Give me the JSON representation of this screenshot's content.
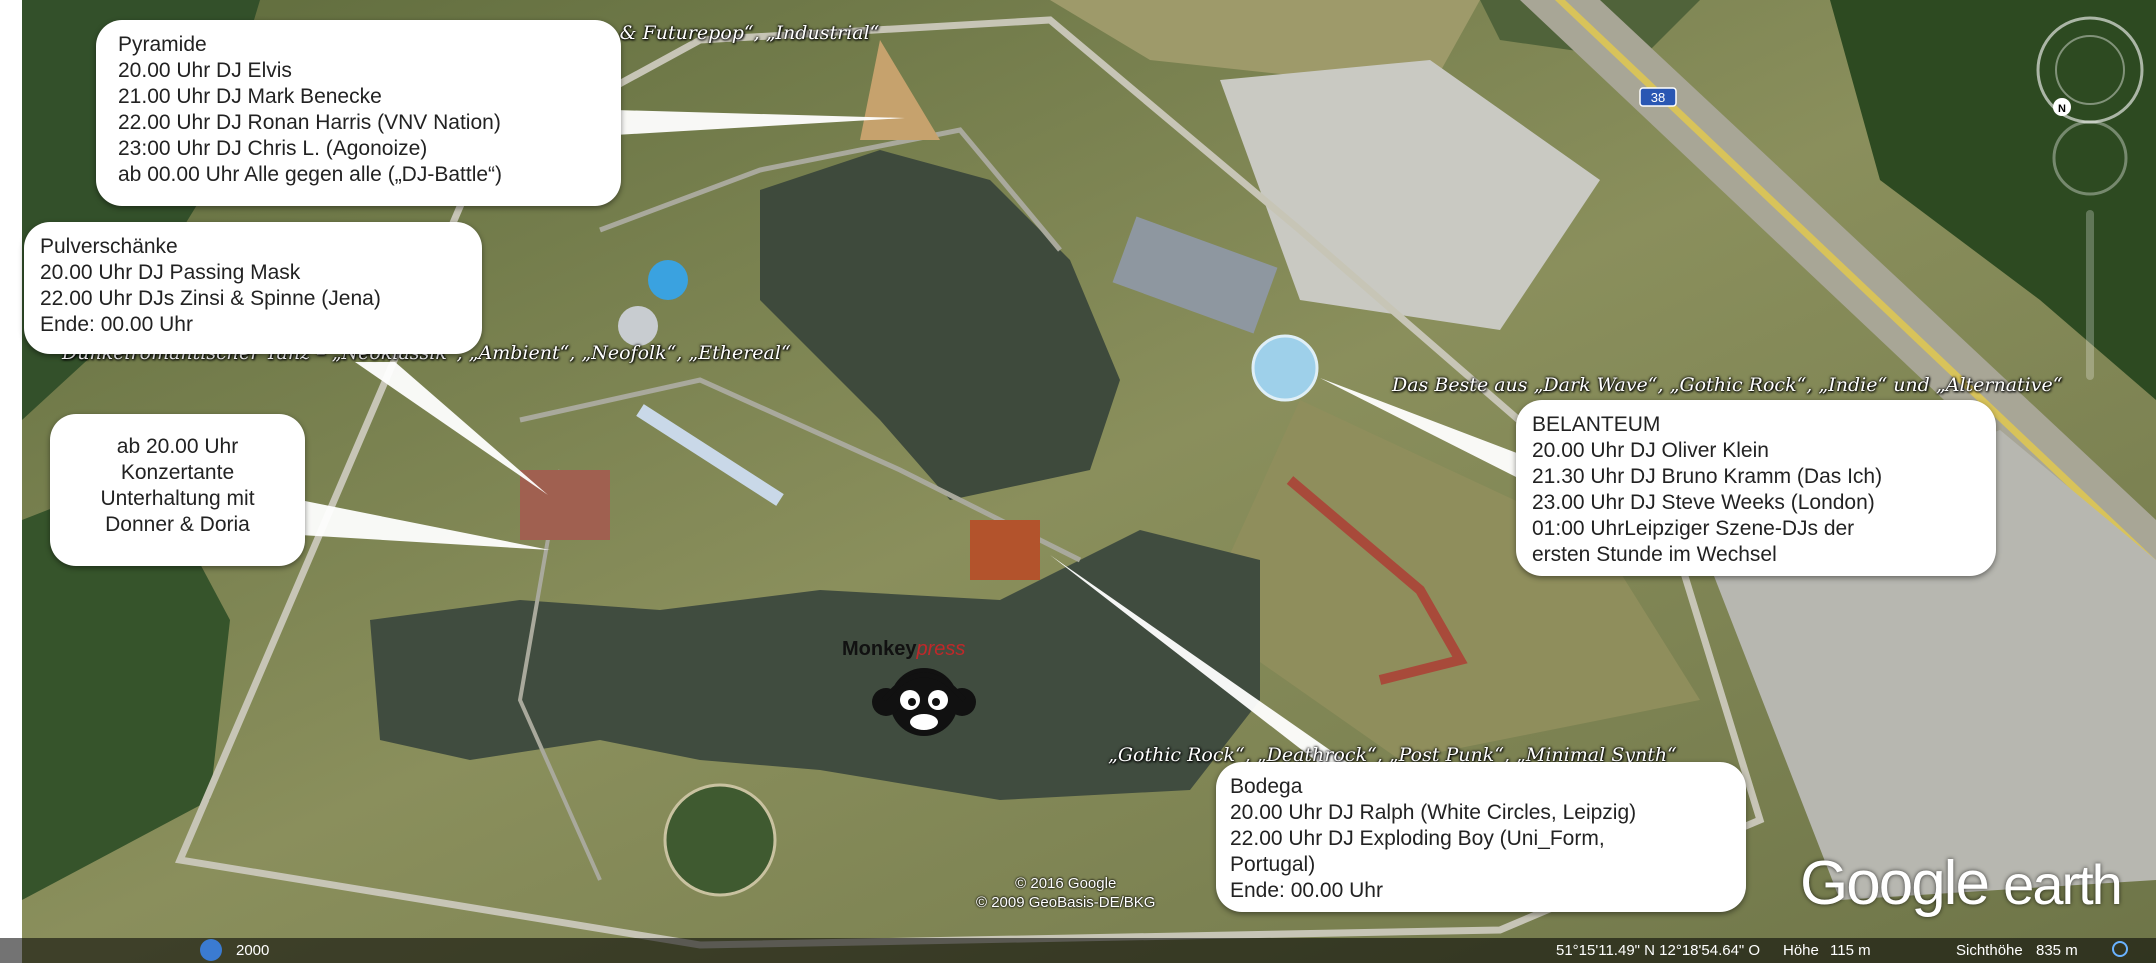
{
  "callouts": {
    "pyramide": [
      "Pyramide",
      "20.00 Uhr DJ Elvis",
      "21.00 Uhr DJ Mark Benecke",
      "22.00 Uhr DJ Ronan Harris (VNV Nation)",
      "23:00 Uhr DJ Chris L. (Agonoize)",
      "ab 00.00 Uhr Alle gegen alle („DJ-Battle“)"
    ],
    "pulverschaenke": [
      "Pulverschänke",
      "20.00 Uhr DJ Passing Mask",
      "22.00 Uhr DJs Zinsi & Spinne (Jena)",
      "Ende: 00.00 Uhr"
    ],
    "konzert": [
      "ab 20.00 Uhr",
      "Konzertante",
      "Unterhaltung mit",
      "Donner & Doria"
    ],
    "belanteum": [
      "BELANTEUM",
      "20.00 Uhr DJ Oliver Klein",
      "21.30 Uhr DJ Bruno Kramm (Das Ich)",
      "23.00 Uhr DJ Steve Weeks (London)",
      "01:00 UhrLeipziger Szene-DJs der",
      "ersten Stunde im Wechsel"
    ],
    "bodega": [
      "Bodega",
      "20.00 Uhr DJ Ralph (White Circles, Leipzig)",
      "22.00 Uhr DJ Exploding Boy (Uni_Form,",
      "Portugal)",
      "Ende: 00.00 Uhr"
    ]
  },
  "genres": {
    "pyramide": "„Elektro“, „EBM“, „Synth- & Futurepop“, „Industrial“",
    "pulverschaenke": "Dunkelromantischer Tanz – „Neoklassik“, „Ambient“, „Neofolk“, „Ethereal“",
    "belanteum": "Das Beste aus „Dark Wave“, „Gothic Rock“, „Indie“ und „Alternative“",
    "bodega": "„Gothic Rock“, „Deathrock“, „Post Punk“, „Minimal Synth“"
  },
  "map": {
    "road_sign": "38",
    "compass_letter": "N",
    "copyright": [
      "© 2016 Google",
      "© 2009 GeoBasis-DE/BKG"
    ],
    "logo_word1": "Google",
    "logo_word2": "earth",
    "watermark": "Monkeypress",
    "watermark_a": "Monkey",
    "watermark_b": "press"
  },
  "status_bar": {
    "year": "2000",
    "coordinates": "51°15'11.49\" N   12°18'54.64\" O",
    "elevation_label": "Höhe",
    "elevation_value": "115 m",
    "eye_label": "Sichthöhe",
    "eye_value": "835 m"
  },
  "colors": {
    "callout_bg": "#ffffff",
    "genre_text": "#ffffff",
    "grass": "#7d8a52",
    "forest": "#2f4a22",
    "lake": "#3a4a3a",
    "road": "#b9b8ad"
  }
}
